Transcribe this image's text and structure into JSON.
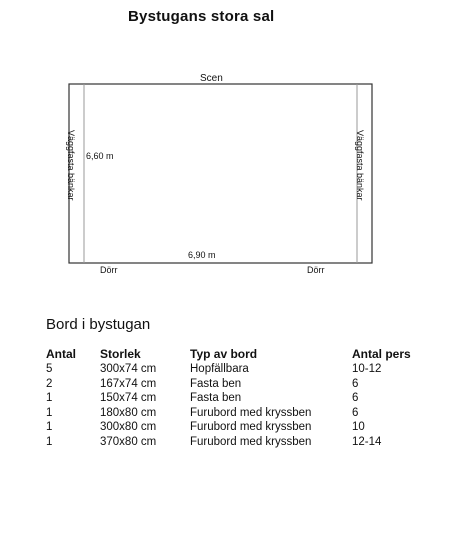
{
  "title": "Bystugans stora sal",
  "floorplan": {
    "stage_label": "Scen",
    "width_label": "6,90 m",
    "height_label": "6,60 m",
    "bench_left": "Väggfasta bänkar",
    "bench_right": "Väggfasta bänkar",
    "door_left": "Dörr",
    "door_right": "Dörr"
  },
  "tables_section": {
    "heading": "Bord i bystugan",
    "columns": [
      "Antal",
      "Storlek",
      "Typ av bord",
      "Antal pers"
    ],
    "rows": [
      [
        "5",
        "300x74 cm",
        "Hopfällbara",
        "10-12"
      ],
      [
        "2",
        "167x74 cm",
        "Fasta ben",
        " 6"
      ],
      [
        "1",
        "150x74 cm",
        "Fasta ben",
        " 6"
      ],
      [
        "1",
        "180x80 cm",
        "Furubord med kryssben",
        " 6"
      ],
      [
        "1",
        "300x80 cm",
        "Furubord med kryssben",
        "10"
      ],
      [
        "1",
        "370x80 cm",
        "Furubord med kryssben",
        "12-14"
      ]
    ]
  }
}
